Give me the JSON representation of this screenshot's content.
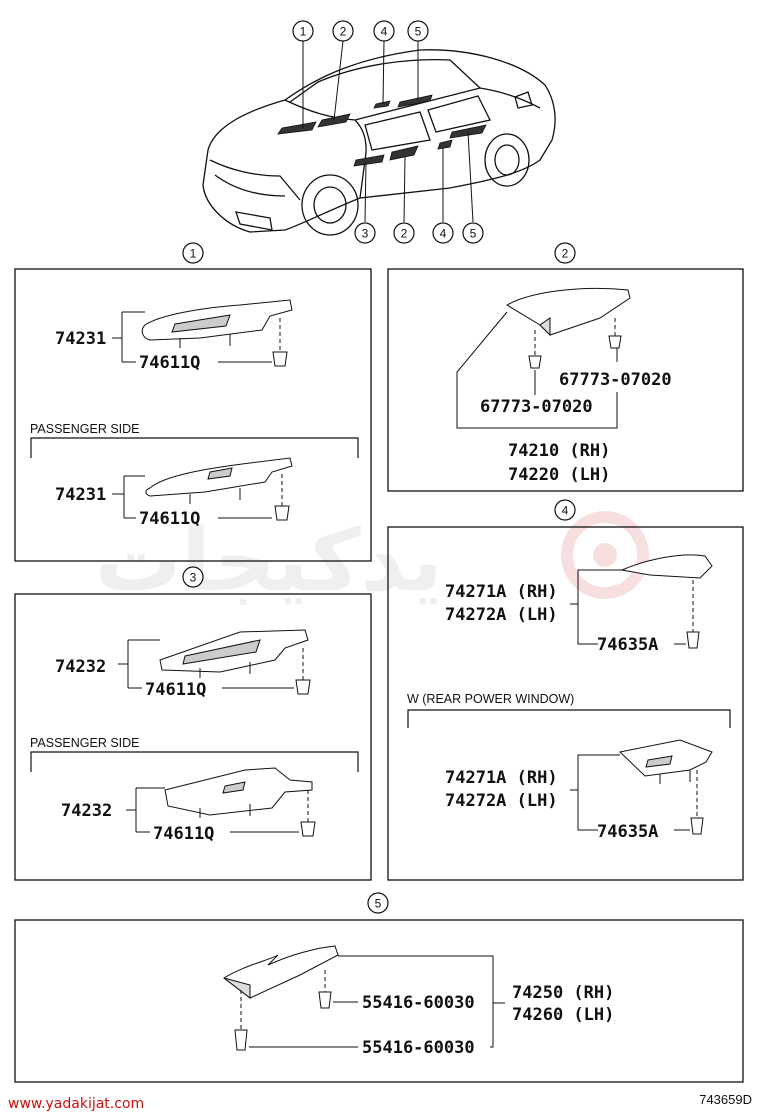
{
  "diagram_id": "743659D",
  "watermark_url": "www.yadakijat.com",
  "callout_numbers": [
    "1",
    "2",
    "3",
    "4",
    "5"
  ],
  "sections": {
    "s1": {
      "number": "1",
      "driver": {
        "switch_part": "74231",
        "clip_part": "74611Q"
      },
      "passenger_label": "PASSENGER SIDE",
      "passenger": {
        "switch_part": "74231",
        "clip_part": "74611Q"
      }
    },
    "s2": {
      "number": "2",
      "clip_a": "67773-07020",
      "clip_b": "67773-07020",
      "part_rh": "74210 (RH)",
      "part_lh": "74220 (LH)"
    },
    "s3": {
      "number": "3",
      "driver": {
        "switch_part": "74232",
        "clip_part": "74611Q"
      },
      "passenger_label": "PASSENGER SIDE",
      "passenger": {
        "switch_part": "74232",
        "clip_part": "74611Q"
      }
    },
    "s4": {
      "number": "4",
      "part_rh": "74271A (RH)",
      "part_lh": "74272A (LH)",
      "clip": "74635A",
      "variant_label": "W (REAR  POWER  WINDOW)",
      "variant": {
        "part_rh": "74271A (RH)",
        "part_lh": "74272A (LH)",
        "clip": "74635A"
      }
    },
    "s5": {
      "number": "5",
      "clip_a": "55416-60030",
      "clip_b": "55416-60030",
      "part_rh": "74250 (RH)",
      "part_lh": "74260 (LH)"
    }
  },
  "colors": {
    "line": "#111111",
    "watermark": "#cc1010"
  }
}
